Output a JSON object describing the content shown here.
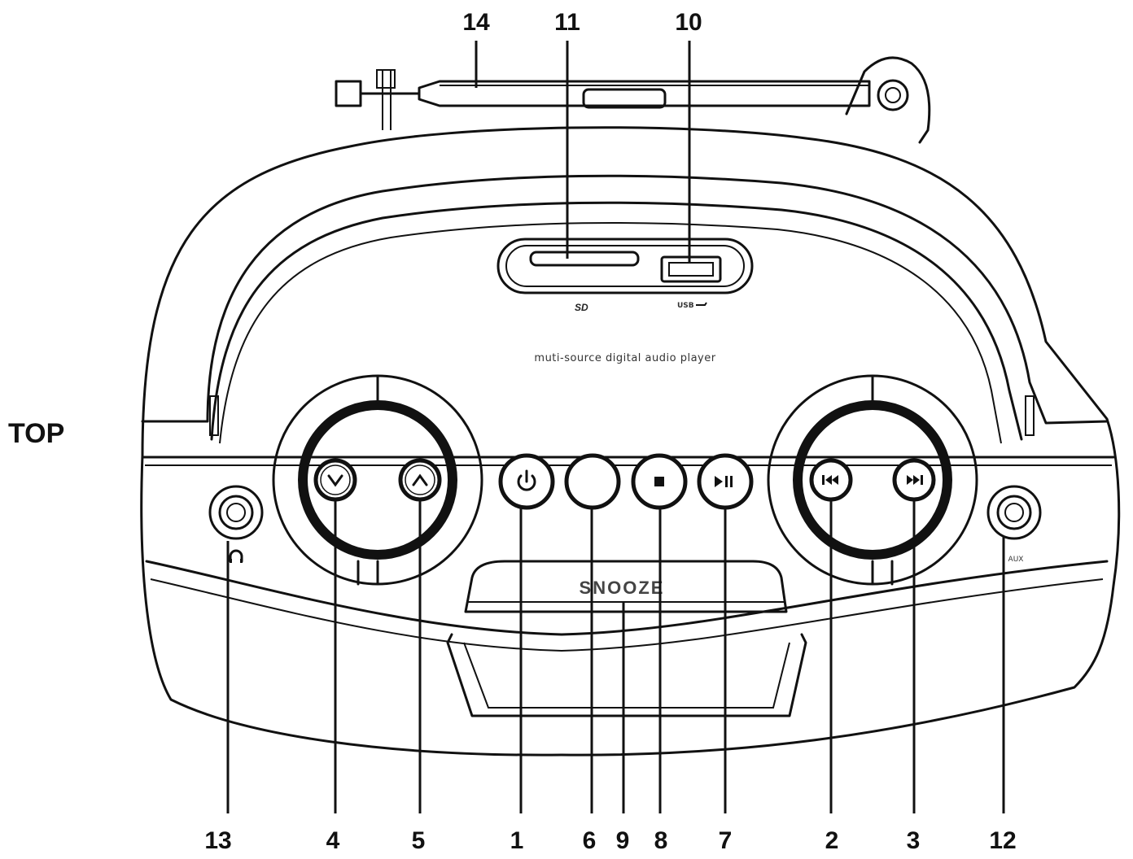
{
  "side_label": "TOP",
  "panel_text": "muti-source digital audio player",
  "snooze_label": "SNOOZE",
  "slot_labels": {
    "sd": "SD",
    "usb": "USB"
  },
  "jack_labels": {
    "aux": "AUX"
  },
  "callouts": {
    "antenna": "14",
    "sd_slot": "11",
    "usb_port": "10",
    "headphone_jack": "13",
    "down_button": "4",
    "up_button": "5",
    "power_button": "1",
    "blank_button": "6",
    "snooze_bar": "9",
    "stop_button": "8",
    "play_pause_button": "7",
    "previous_button": "2",
    "next_button": "3",
    "aux_jack": "12"
  },
  "icons": {
    "power_button": "power-icon",
    "down_button": "chevron-down-icon",
    "up_button": "chevron-up-icon",
    "stop_button": "stop-icon",
    "play_pause_button": "play-pause-icon",
    "previous_button": "skip-previous-icon",
    "next_button": "skip-next-icon",
    "headphone_jack": "headphones-icon"
  },
  "colors": {
    "ink": "#111111",
    "background": "#ffffff"
  }
}
